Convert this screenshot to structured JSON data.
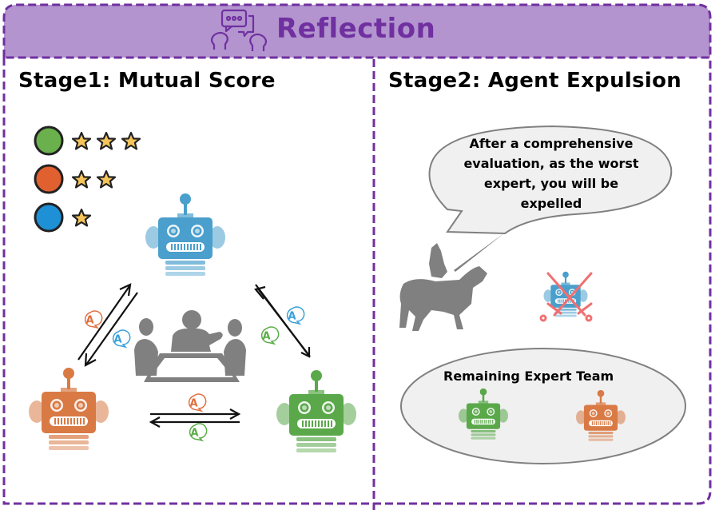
{
  "header": {
    "title": "Reflection",
    "icon": "discussion-heads-icon",
    "background_color": "#b394cf",
    "border_color": "#7030a0"
  },
  "stage1": {
    "title": "Stage1: Mutual Score",
    "score_legend": [
      {
        "agent": "green",
        "color": "#6ab04c",
        "stars": 3
      },
      {
        "agent": "orange",
        "color": "#e06030",
        "stars": 2
      },
      {
        "agent": "blue",
        "color": "#1e90d6",
        "stars": 1
      }
    ],
    "agents": [
      {
        "name": "blue-robot",
        "color": "#4a9fcc"
      },
      {
        "name": "orange-robot",
        "color": "#d97a45"
      },
      {
        "name": "green-robot",
        "color": "#5aa84a"
      }
    ],
    "answer_badge_label": "A",
    "center_icon": "meeting-table-icon"
  },
  "stage2": {
    "title": "Stage2: Agent Expulsion",
    "speech_lines": [
      "After a comprehensive",
      "evaluation, as the worst",
      "expert, you will be",
      "expelled"
    ],
    "expelled_agent": "blue-robot",
    "knight_icon": "knight-on-horse-icon",
    "remaining_team_label": "Remaining Expert Team",
    "remaining_agents": [
      "green-robot",
      "orange-robot"
    ]
  },
  "colors": {
    "blue": "#4a9fcc",
    "orange": "#d97a45",
    "green": "#5aa84a",
    "star": "#f6c55a",
    "gray": "#808080",
    "cross": "#f07070"
  }
}
